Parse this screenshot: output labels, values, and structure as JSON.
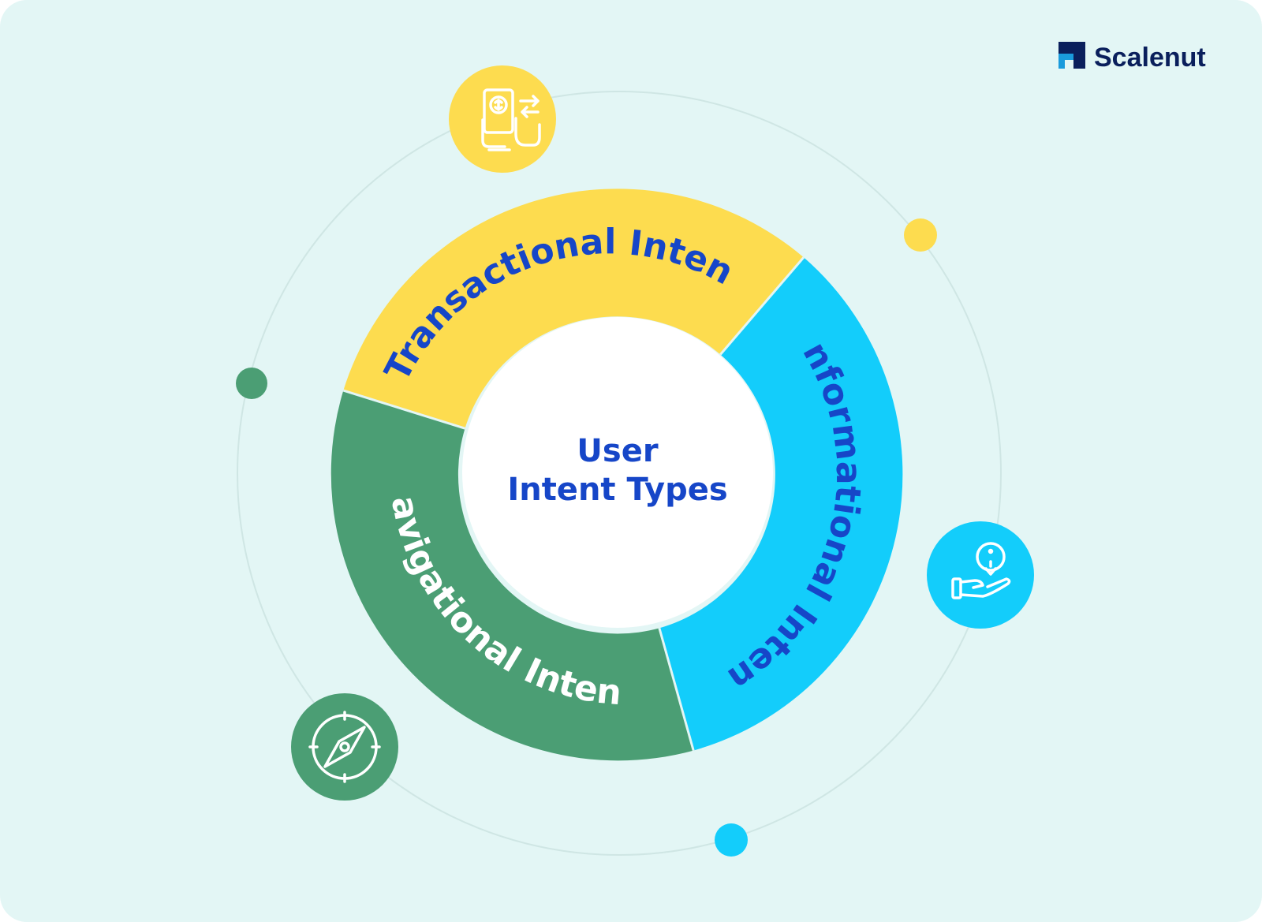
{
  "brand": {
    "name": "Scalenut",
    "icon": "scalenut-logo-icon",
    "color": "#0a1f5c",
    "accent": "#1a9bdc"
  },
  "center": {
    "line1": "User",
    "line2": "Intent Types",
    "color": "#1646c8"
  },
  "segments": [
    {
      "label": "Transactional Intent",
      "color": "#fddc4f",
      "text_color": "#1646c8",
      "icon": "payment-transfer-icon"
    },
    {
      "label": "Informational Intent",
      "color": "#13cdfb",
      "text_color": "#1646c8",
      "icon": "information-hand-icon"
    },
    {
      "label": "Navigational Intent",
      "color": "#4b9e74",
      "text_color": "#ffffff",
      "icon": "compass-icon"
    }
  ],
  "colors": {
    "background": "#e3f6f5",
    "orbit": "#cfe6e4"
  }
}
